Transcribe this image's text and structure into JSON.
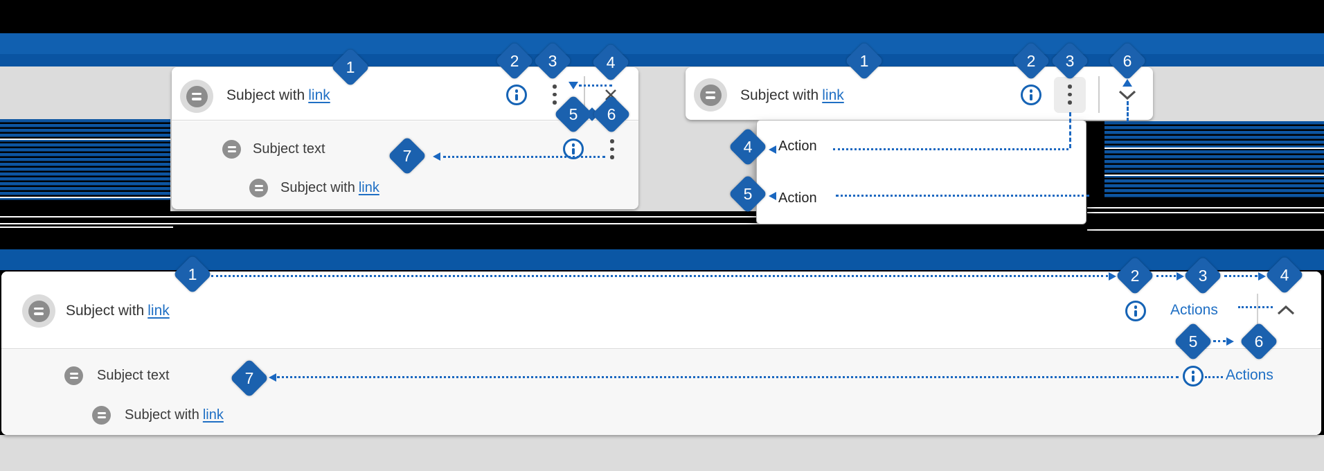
{
  "colors": {
    "header_bar_blue": "#0b57a5",
    "callout_blue": "#1b61ae",
    "link_blue": "#1f6fc4",
    "leader_line_blue": "#1a67c0",
    "glitch_stripe_blue": "#0d55a1",
    "card_background": "#ffffff",
    "row_background": "#f7f7f7",
    "page_background": "#dcdcdc"
  },
  "numbers": {
    "1": "1",
    "2": "2",
    "3": "3",
    "4": "4",
    "5": "5",
    "6": "6",
    "7": "7"
  },
  "strings": {
    "subject_prefix": "Subject with",
    "subject_link": "link",
    "subject_text": "Subject text",
    "actions": "Actions"
  },
  "menu": {
    "items": [
      {
        "label": "Action"
      },
      {
        "label": "Action"
      }
    ]
  },
  "icons": {
    "severity": "severity-indicator",
    "info": "information",
    "overflow": "overflow-menu-vertical",
    "close": "close",
    "chevron_down": "chevron-down",
    "chevron_up": "chevron-up"
  }
}
